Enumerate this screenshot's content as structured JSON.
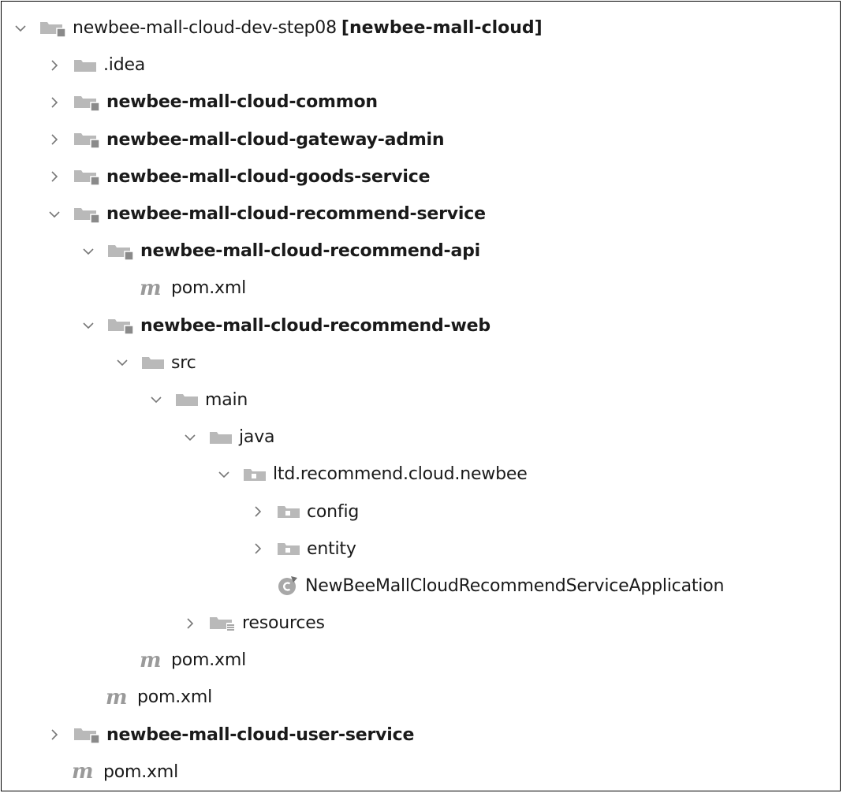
{
  "tree": [
    {
      "depth": 0,
      "toggle": "expanded",
      "icon": "module-folder-icon",
      "label": "newbee-mall-cloud-dev-step08",
      "suffix": "[newbee-mall-cloud]",
      "bold": false
    },
    {
      "depth": 1,
      "toggle": "collapsed",
      "icon": "folder-icon",
      "label": ".idea",
      "bold": false
    },
    {
      "depth": 1,
      "toggle": "collapsed",
      "icon": "module-folder-icon",
      "label": "newbee-mall-cloud-common",
      "bold": true
    },
    {
      "depth": 1,
      "toggle": "collapsed",
      "icon": "module-folder-icon",
      "label": "newbee-mall-cloud-gateway-admin",
      "bold": true
    },
    {
      "depth": 1,
      "toggle": "collapsed",
      "icon": "module-folder-icon",
      "label": "newbee-mall-cloud-goods-service",
      "bold": true
    },
    {
      "depth": 1,
      "toggle": "expanded",
      "icon": "module-folder-icon",
      "label": "newbee-mall-cloud-recommend-service",
      "bold": true
    },
    {
      "depth": 2,
      "toggle": "expanded",
      "icon": "module-folder-icon",
      "label": "newbee-mall-cloud-recommend-api",
      "bold": true
    },
    {
      "depth": 3,
      "toggle": "none",
      "icon": "maven-pom-icon",
      "label": "pom.xml",
      "bold": false
    },
    {
      "depth": 2,
      "toggle": "expanded",
      "icon": "module-folder-icon",
      "label": "newbee-mall-cloud-recommend-web",
      "bold": true
    },
    {
      "depth": 3,
      "toggle": "expanded",
      "icon": "folder-icon",
      "label": "src",
      "bold": false
    },
    {
      "depth": 4,
      "toggle": "expanded",
      "icon": "folder-icon",
      "label": "main",
      "bold": false
    },
    {
      "depth": 5,
      "toggle": "expanded",
      "icon": "folder-icon",
      "label": "java",
      "bold": false
    },
    {
      "depth": 6,
      "toggle": "expanded",
      "icon": "package-folder-icon",
      "label": "ltd.recommend.cloud.newbee",
      "bold": false
    },
    {
      "depth": 7,
      "toggle": "collapsed",
      "icon": "package-folder-icon",
      "label": "config",
      "bold": false
    },
    {
      "depth": 7,
      "toggle": "collapsed",
      "icon": "package-folder-icon",
      "label": "entity",
      "bold": false
    },
    {
      "depth": 7,
      "toggle": "none",
      "icon": "spring-class-icon",
      "label": "NewBeeMallCloudRecommendServiceApplication",
      "bold": false
    },
    {
      "depth": 5,
      "toggle": "collapsed",
      "icon": "resources-folder-icon",
      "label": "resources",
      "bold": false
    },
    {
      "depth": 3,
      "toggle": "none",
      "icon": "maven-pom-icon",
      "label": "pom.xml",
      "bold": false
    },
    {
      "depth": 2,
      "toggle": "none",
      "icon": "maven-pom-icon",
      "label": "pom.xml",
      "bold": false
    },
    {
      "depth": 1,
      "toggle": "collapsed",
      "icon": "module-folder-icon",
      "label": "newbee-mall-cloud-user-service",
      "bold": true
    },
    {
      "depth": 1,
      "toggle": "none",
      "icon": "maven-pom-icon",
      "label": "pom.xml",
      "bold": false
    }
  ],
  "icons": {
    "maven_glyph": "m"
  },
  "colors": {
    "folder": "#b9b9b9",
    "module_marker": "#8a8a8a",
    "text": "#1a1a1a",
    "chevron": "#777777"
  }
}
